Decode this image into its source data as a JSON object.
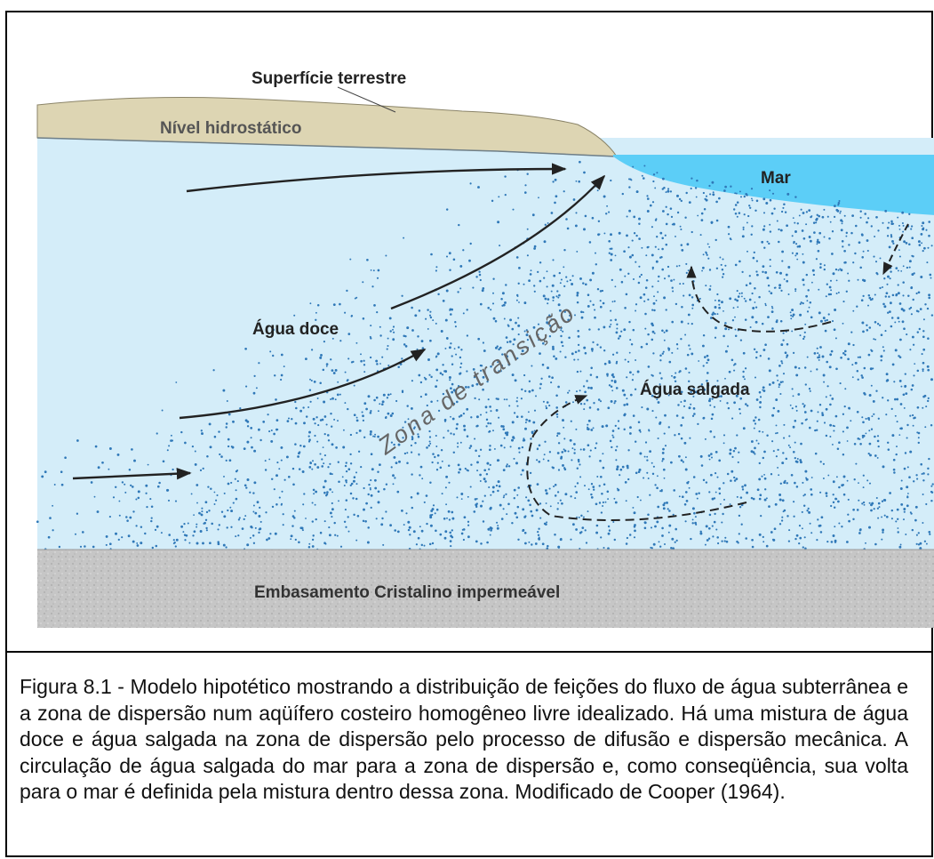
{
  "diagram": {
    "labels": {
      "surface": "Superfície terrestre",
      "water_table": "Nível hidrostático",
      "sea": "Mar",
      "fresh_water": "Água doce",
      "transition_zone": "Zona de transição",
      "salt_water": "Água salgada",
      "basement": "Embasamento Cristalino impermeável"
    },
    "colors": {
      "land_crust": "#ddd5b3",
      "fresh_water": "#d4edf9",
      "sea": "#5ccef7",
      "basement": "#c6c6c6",
      "dots": "#2f78b8",
      "arrow": "#222222"
    }
  },
  "caption": {
    "text": " Figura 8.1 - Modelo hipotético mostrando a distribuição de feições do fluxo de água subterrânea e a zona de dispersão num aqüífero costeiro homogêneo livre idealizado. Há uma mistura de água doce e água salgada na zona de dispersão pelo processo de difusão e dispersão mecânica. A circulação de água salgada do mar para a zona de dispersão e, como conseqüência, sua volta para o mar é definida pela mistura dentro dessa zona. Modificado de Cooper (1964)."
  }
}
